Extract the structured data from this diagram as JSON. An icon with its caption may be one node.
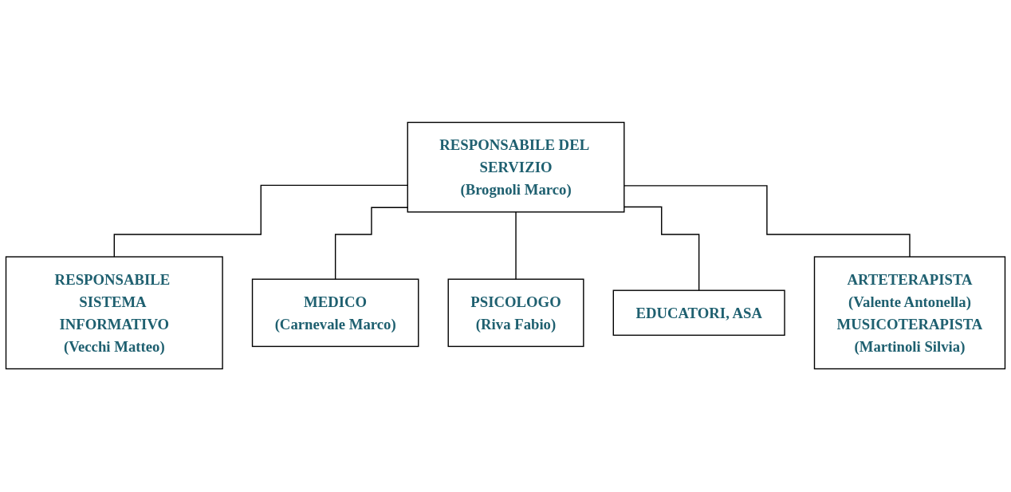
{
  "diagram": {
    "nodes": [
      {
        "text": [
          "RESPONSABILE SISTEMA INFORMATIVO",
          "(Vecchi Matteo)"
        ]
      },
      {
        "text": [
          "RESPONSABILE DEL SERVIZIO",
          "(Brognoli Marco)"
        ]
      },
      {
        "text": [
          "MEDICO",
          "(Carnevale Marco)"
        ]
      },
      {
        "text": [
          "EDUCATORI, ASA"
        ]
      },
      {
        "text": [
          "ARTETERAPISTA",
          "(Valente Antonella)",
          "MUSICOTERAPISTA",
          "(Martinoli Silvia)"
        ]
      },
      {
        "text": [
          "PSICOLOGO",
          "(Riva Fabio)"
        ]
      }
    ],
    "edges": [
      {
        "from": 1,
        "to": 0,
        "arrow": "none"
      },
      {
        "from": 1,
        "to": 2,
        "arrow": "none"
      },
      {
        "from": 1,
        "to": 5,
        "arrow": "none"
      },
      {
        "from": 1,
        "to": 3,
        "arrow": "none"
      },
      {
        "from": 1,
        "to": 4,
        "arrow": "none"
      }
    ]
  }
}
